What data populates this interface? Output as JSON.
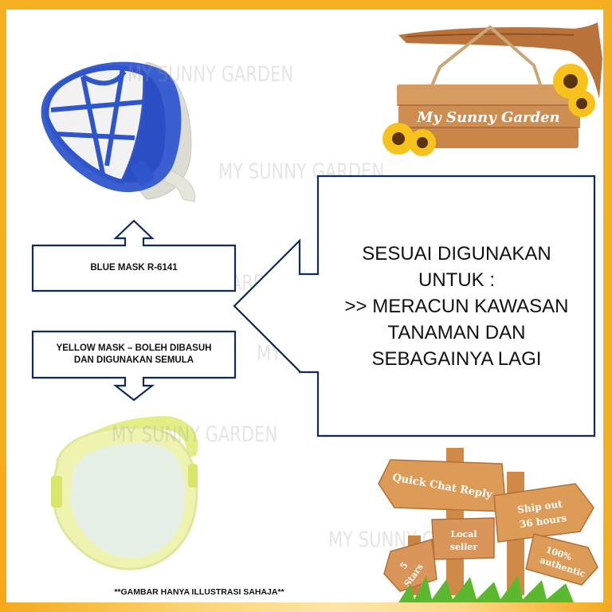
{
  "brand": {
    "name": "My Sunny Garden",
    "watermark": "MY SUNNY GARDEN"
  },
  "colors": {
    "frame": "#f5b022",
    "diagram_stroke": "#0f2a5c",
    "wood": "#d9914a",
    "text": "#111111"
  },
  "products": {
    "blue_mask": {
      "label": "BLUE MASK R-6141",
      "image": "blue-respirator-mask"
    },
    "yellow_mask": {
      "label_line1": "YELLOW MASK – BOLEH DIBASUH",
      "label_line2": "DAN DIGUNAKAN SEMULA",
      "image": "yellow-dust-mask"
    }
  },
  "callout": {
    "line1": "SESUAI DIGUNAKAN",
    "line2": "UNTUK :",
    "line3": ">> MERACUN KAWASAN",
    "line4": "TANAMAN DAN",
    "line5": "SEBAGAINYA LAGI"
  },
  "disclaimer": "**GAMBAR HANYA ILLUSTRASI SAHAJA**",
  "logo_sign": {
    "text": "My Sunny Garden"
  },
  "signpost": {
    "signs": [
      {
        "text": "Quick Chat Reply"
      },
      {
        "text_line1": "Ship out",
        "text_line2": "36 hours"
      },
      {
        "text_line1": "Local",
        "text_line2": "seller"
      },
      {
        "text_line1": "100%",
        "text_line2": "authentic"
      },
      {
        "text_line1": "5",
        "text_line2": "Stars"
      }
    ]
  }
}
